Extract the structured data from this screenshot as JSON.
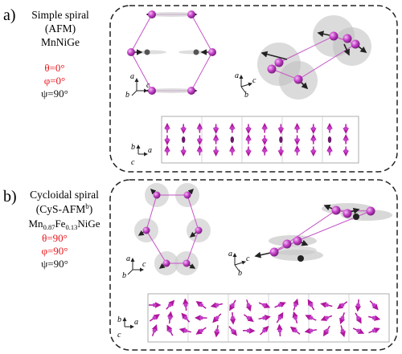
{
  "panel_a": {
    "letter": "a)",
    "name": "Simple spiral",
    "type": "(AFM)",
    "compound": "MnNiGe",
    "theta": "θ=0°",
    "phi": "φ=0°",
    "psi": "ψ=90°"
  },
  "panel_b": {
    "letter": "b)",
    "name": "Cycloidal spiral",
    "type_main": "(CyS-AFM",
    "type_sup": "b",
    "type_close": ")",
    "compound": {
      "mn": "Mn",
      "mn_sub": "0.87",
      "fe": "Fe",
      "fe_sub": "0.13",
      "rest": "NiGe"
    },
    "theta": "θ=90°",
    "phi": "φ=90°",
    "psi": "ψ=90°"
  },
  "axes": {
    "a": "a",
    "b": "b",
    "c": "c"
  },
  "colors": {
    "accent_red": "#e8151b",
    "atom": "#c33fc7",
    "bond": "#c653c6",
    "spin_magenta": "#b0169e",
    "spin_dark": "#222222",
    "cone_gray": "#d9d9d9",
    "frame": "#222222"
  }
}
